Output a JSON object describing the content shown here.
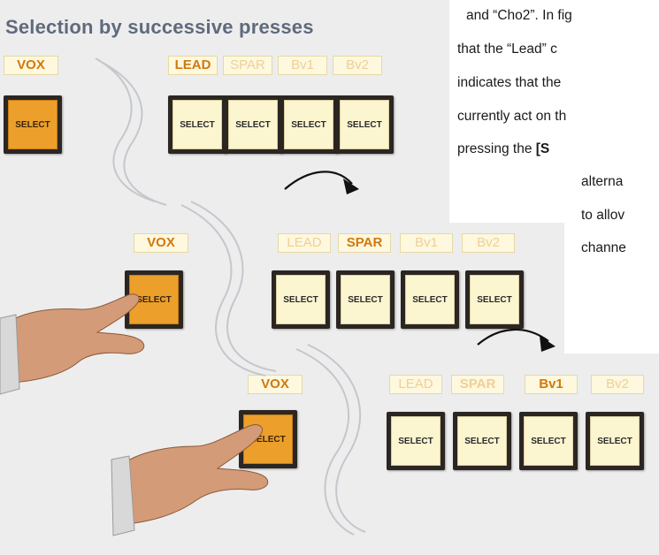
{
  "figure": {
    "title": "Selection by successive presses",
    "rows": [
      {
        "vox": "VOX",
        "channels": [
          "LEAD",
          "SPAR",
          "Bv1",
          "Bv2"
        ],
        "active": 0,
        "button_label": "SELECT"
      },
      {
        "vox": "VOX",
        "channels": [
          "LEAD",
          "SPAR",
          "Bv1",
          "Bv2"
        ],
        "active": 1,
        "button_label": "SELECT"
      },
      {
        "vox": "VOX",
        "channels": [
          "LEAD",
          "SPAR",
          "Bv1",
          "Bv2"
        ],
        "active": 2,
        "button_label": "SELECT"
      }
    ]
  },
  "text": {
    "line1": "and “Cho2”. In fig",
    "line2": "that the “Lead” c",
    "line3": "indicates that the",
    "line4": "currently act on th",
    "line5a": "pressing  the  ",
    "line5b": "[S",
    "line6": "alterna",
    "line7": "to allov",
    "line8": "channe"
  },
  "colors": {
    "active_label": "#d2780e",
    "inactive_label": "#f0cf96",
    "label_bg": "#fdf8de",
    "vox_button": "#ec9f2a",
    "channel_button": "#fbf5d0",
    "panel_bg": "#ededee",
    "title": "#5f6a7c"
  }
}
